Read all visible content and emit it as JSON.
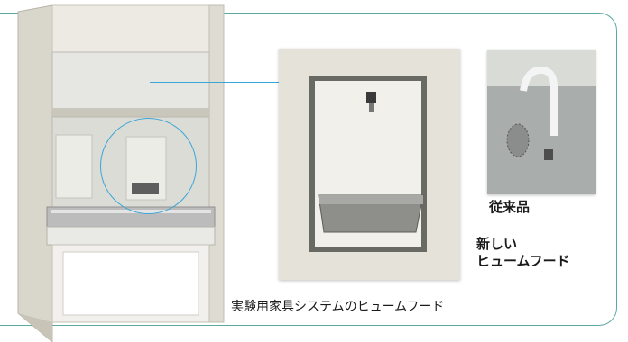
{
  "labels": {
    "old_product": "従来品",
    "new_product_line1": "新しい",
    "new_product_line2": "ヒュームフード"
  },
  "caption": "実験用家具システムのヒュームフード",
  "colors": {
    "frame": "#5aa9a1",
    "callout": "#3aa6d6"
  }
}
